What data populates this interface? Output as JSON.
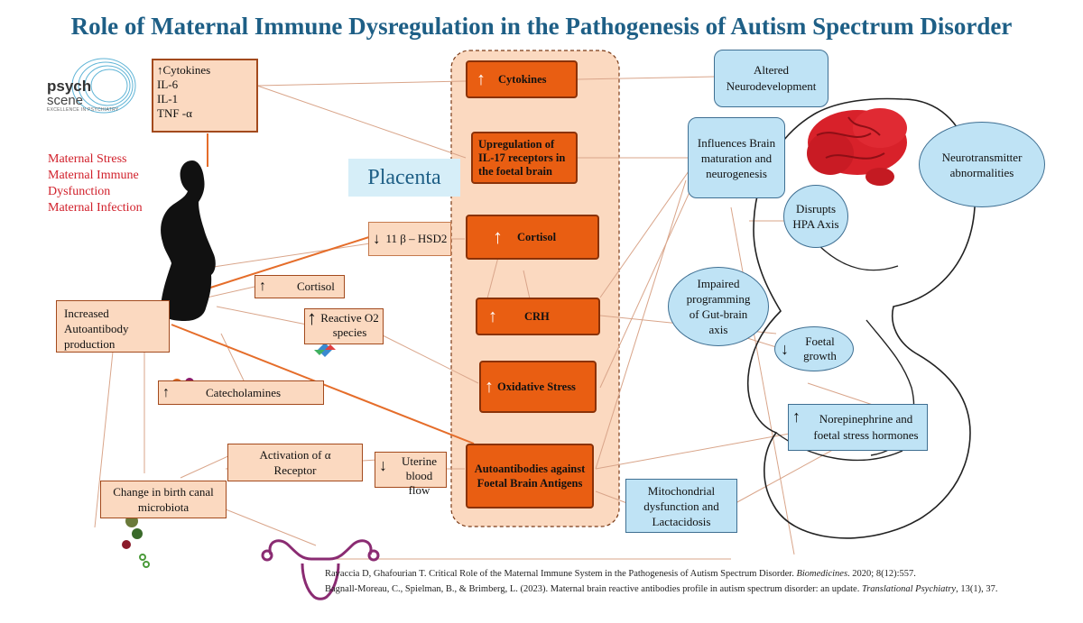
{
  "title": "Role of Maternal Immune Dysregulation in the Pathogenesis of Autism Spectrum Disorder",
  "logo": {
    "line1": "psych",
    "line2": "scene",
    "tagline": "EXCELLENCE IN PSYCHIATRY"
  },
  "maternal_factors": [
    "Maternal Stress",
    "Maternal Immune",
    "Dysfunction",
    "Maternal Infection"
  ],
  "cytokine_box": {
    "arrow": "↑",
    "lines": [
      "Cytokines",
      "IL-6",
      "IL-1",
      "TNF -α"
    ]
  },
  "placenta_label": "Placenta",
  "placenta_items": [
    {
      "arrow": "↑",
      "label": "Cytokines"
    },
    {
      "arrow": "",
      "label": "Upregulation of IL-17 receptors in the foetal brain"
    },
    {
      "arrow": "↑",
      "label": "Cortisol"
    },
    {
      "arrow": "↑",
      "label": "CRH"
    },
    {
      "arrow": "↑",
      "label": "Oxidative Stress"
    },
    {
      "arrow": "",
      "label": "Autoantibodies against Foetal Brain Antigens"
    }
  ],
  "left_boxes": {
    "hsd2": {
      "arrow": "↓",
      "label": "11 β – HSD2"
    },
    "cortisol": {
      "arrow": "↑",
      "label": "Cortisol"
    },
    "ros": {
      "arrow": "↑",
      "label": "Reactive O2 species"
    },
    "autoantibody": "Increased Autoantibody production",
    "catecholamines": {
      "arrow": "↑",
      "label": "Catecholamines"
    },
    "alpha": "Activation of α Receptor",
    "uterine": {
      "arrow": "↓",
      "label": "Uterine blood flow"
    },
    "birth_canal": "Change in birth canal microbiota"
  },
  "outcomes": {
    "altered": "Altered Neurodevelopment",
    "influences": "Influences Brain maturation and neurogenesis",
    "neurotransmitter": "Neurotransmitter abnormalities",
    "hpa": "Disrupts HPA Axis",
    "gut_brain": "Impaired programming of Gut-brain axis",
    "foetal_growth": {
      "arrow": "↓",
      "label": "Foetal growth"
    },
    "norepinephrine": {
      "arrow": "↑",
      "label": "Norepinephrine  and foetal stress hormones"
    },
    "mitochondrial": "Mitochondrial dysfunction and Lactacidosis"
  },
  "references": [
    {
      "text": "Ravaccia D, Ghafourian T. Critical Role of the Maternal Immune System in the Pathogenesis of Autism Spectrum Disorder. ",
      "journal": "Biomedicines",
      "rest": ". 2020; 8(12):557."
    },
    {
      "text": "Bagnall-Moreau, C., Spielman, B., & Brimberg, L. (2023). Maternal brain reactive antibodies profile in autism spectrum disorder: an update. ",
      "journal": "Translational Psychiatry",
      "rest": ", 13(1), 37."
    }
  ],
  "colors": {
    "title": "#1e5f86",
    "orange": "#e95e12",
    "peach": "#fbd9c0",
    "blue": "#bfe3f5",
    "red_text": "#d1202b",
    "brain": "#d8212a"
  }
}
